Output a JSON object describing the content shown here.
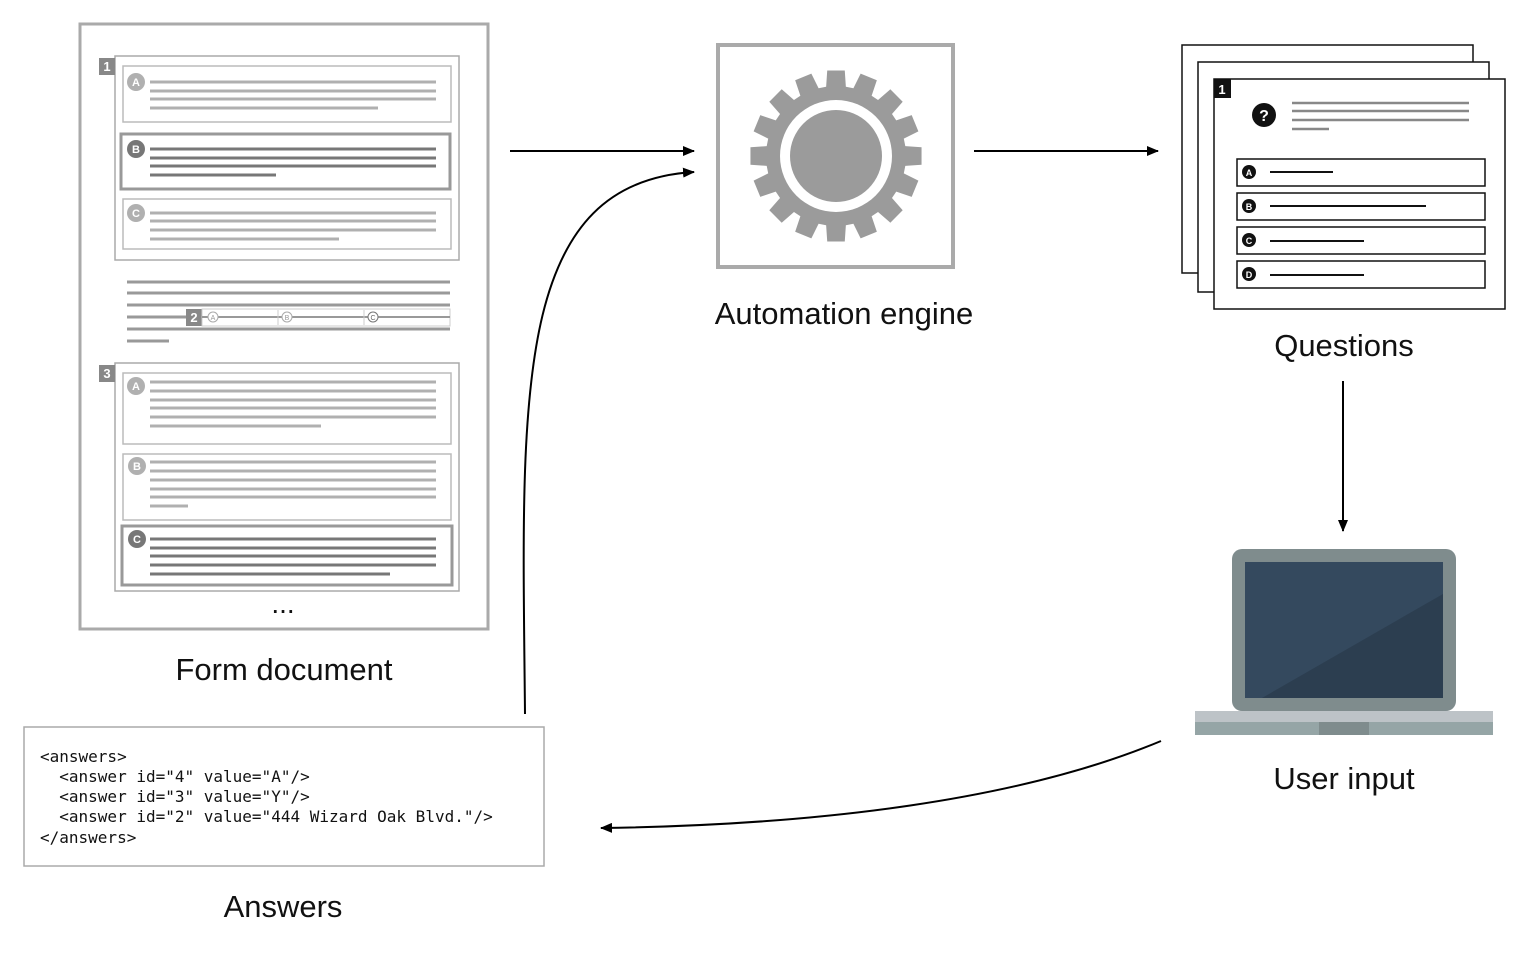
{
  "labels": {
    "form_document": "Form document",
    "automation_engine": "Automation engine",
    "questions": "Questions",
    "user_input": "User input",
    "answers": "Answers"
  },
  "form": {
    "section_numbers": [
      "1",
      "2",
      "3"
    ],
    "section1_options": [
      "A",
      "B",
      "C"
    ],
    "section2_options": [
      "A",
      "B",
      "C"
    ],
    "section3_options": [
      "A",
      "B",
      "C"
    ],
    "ellipsis": "..."
  },
  "question_card": {
    "number": "1",
    "help_glyph": "?",
    "options": [
      "A",
      "B",
      "C",
      "D"
    ]
  },
  "answers_code": {
    "lines": [
      "<answers>",
      "  <answer id=\"4\" value=\"A\"/>",
      "  <answer id=\"3\" value=\"Y\"/>",
      "  <answer id=\"2\" value=\"444 Wizard Oak Blvd.\"/>",
      "</answers>"
    ]
  },
  "colors": {
    "gear": "#9b9b9b",
    "laptop_body": "#7f8c8d",
    "laptop_screen": "#34495e",
    "laptop_base": "#95a5a6"
  }
}
